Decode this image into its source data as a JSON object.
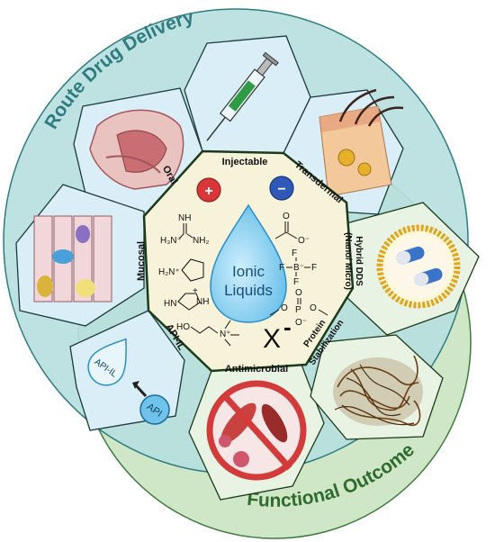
{
  "arcs": {
    "top": "Route Drug Delivery",
    "bottom": "Functional Outcome"
  },
  "segments": {
    "injectable": "Injectable",
    "oral": "Oral",
    "transdermal": "Transdermal",
    "mucosal": "Mucosal",
    "hybrid_dds": "Hybrid DDS",
    "hybrid_dds_sub": "(Nano/ Micro)",
    "api_il": "API-IL",
    "protein_stabilization_1": "Protein",
    "protein_stabilization_2": "Stabilization",
    "antimicrobial": "Antimicrobial"
  },
  "center": {
    "drop_line1": "Ionic",
    "drop_line2": "Liquids",
    "cation_sign": "+",
    "anion_sign": "−",
    "anion_symbol": "X",
    "anion_charge": "-"
  },
  "api_panel": {
    "drop_text": "API-IL",
    "circle_text": "API"
  },
  "colors": {
    "route_circle": "#b9dfe0",
    "outcome_circle": "#cfe7c6",
    "route_text": "#2e7c80",
    "outcome_text": "#2f6a2f",
    "panel_blue": "#d9eef6",
    "panel_green": "#e8f3e3",
    "center_fill": "#f7f3da",
    "cation_red": "#d9363a",
    "anion_blue": "#2f58b8"
  }
}
